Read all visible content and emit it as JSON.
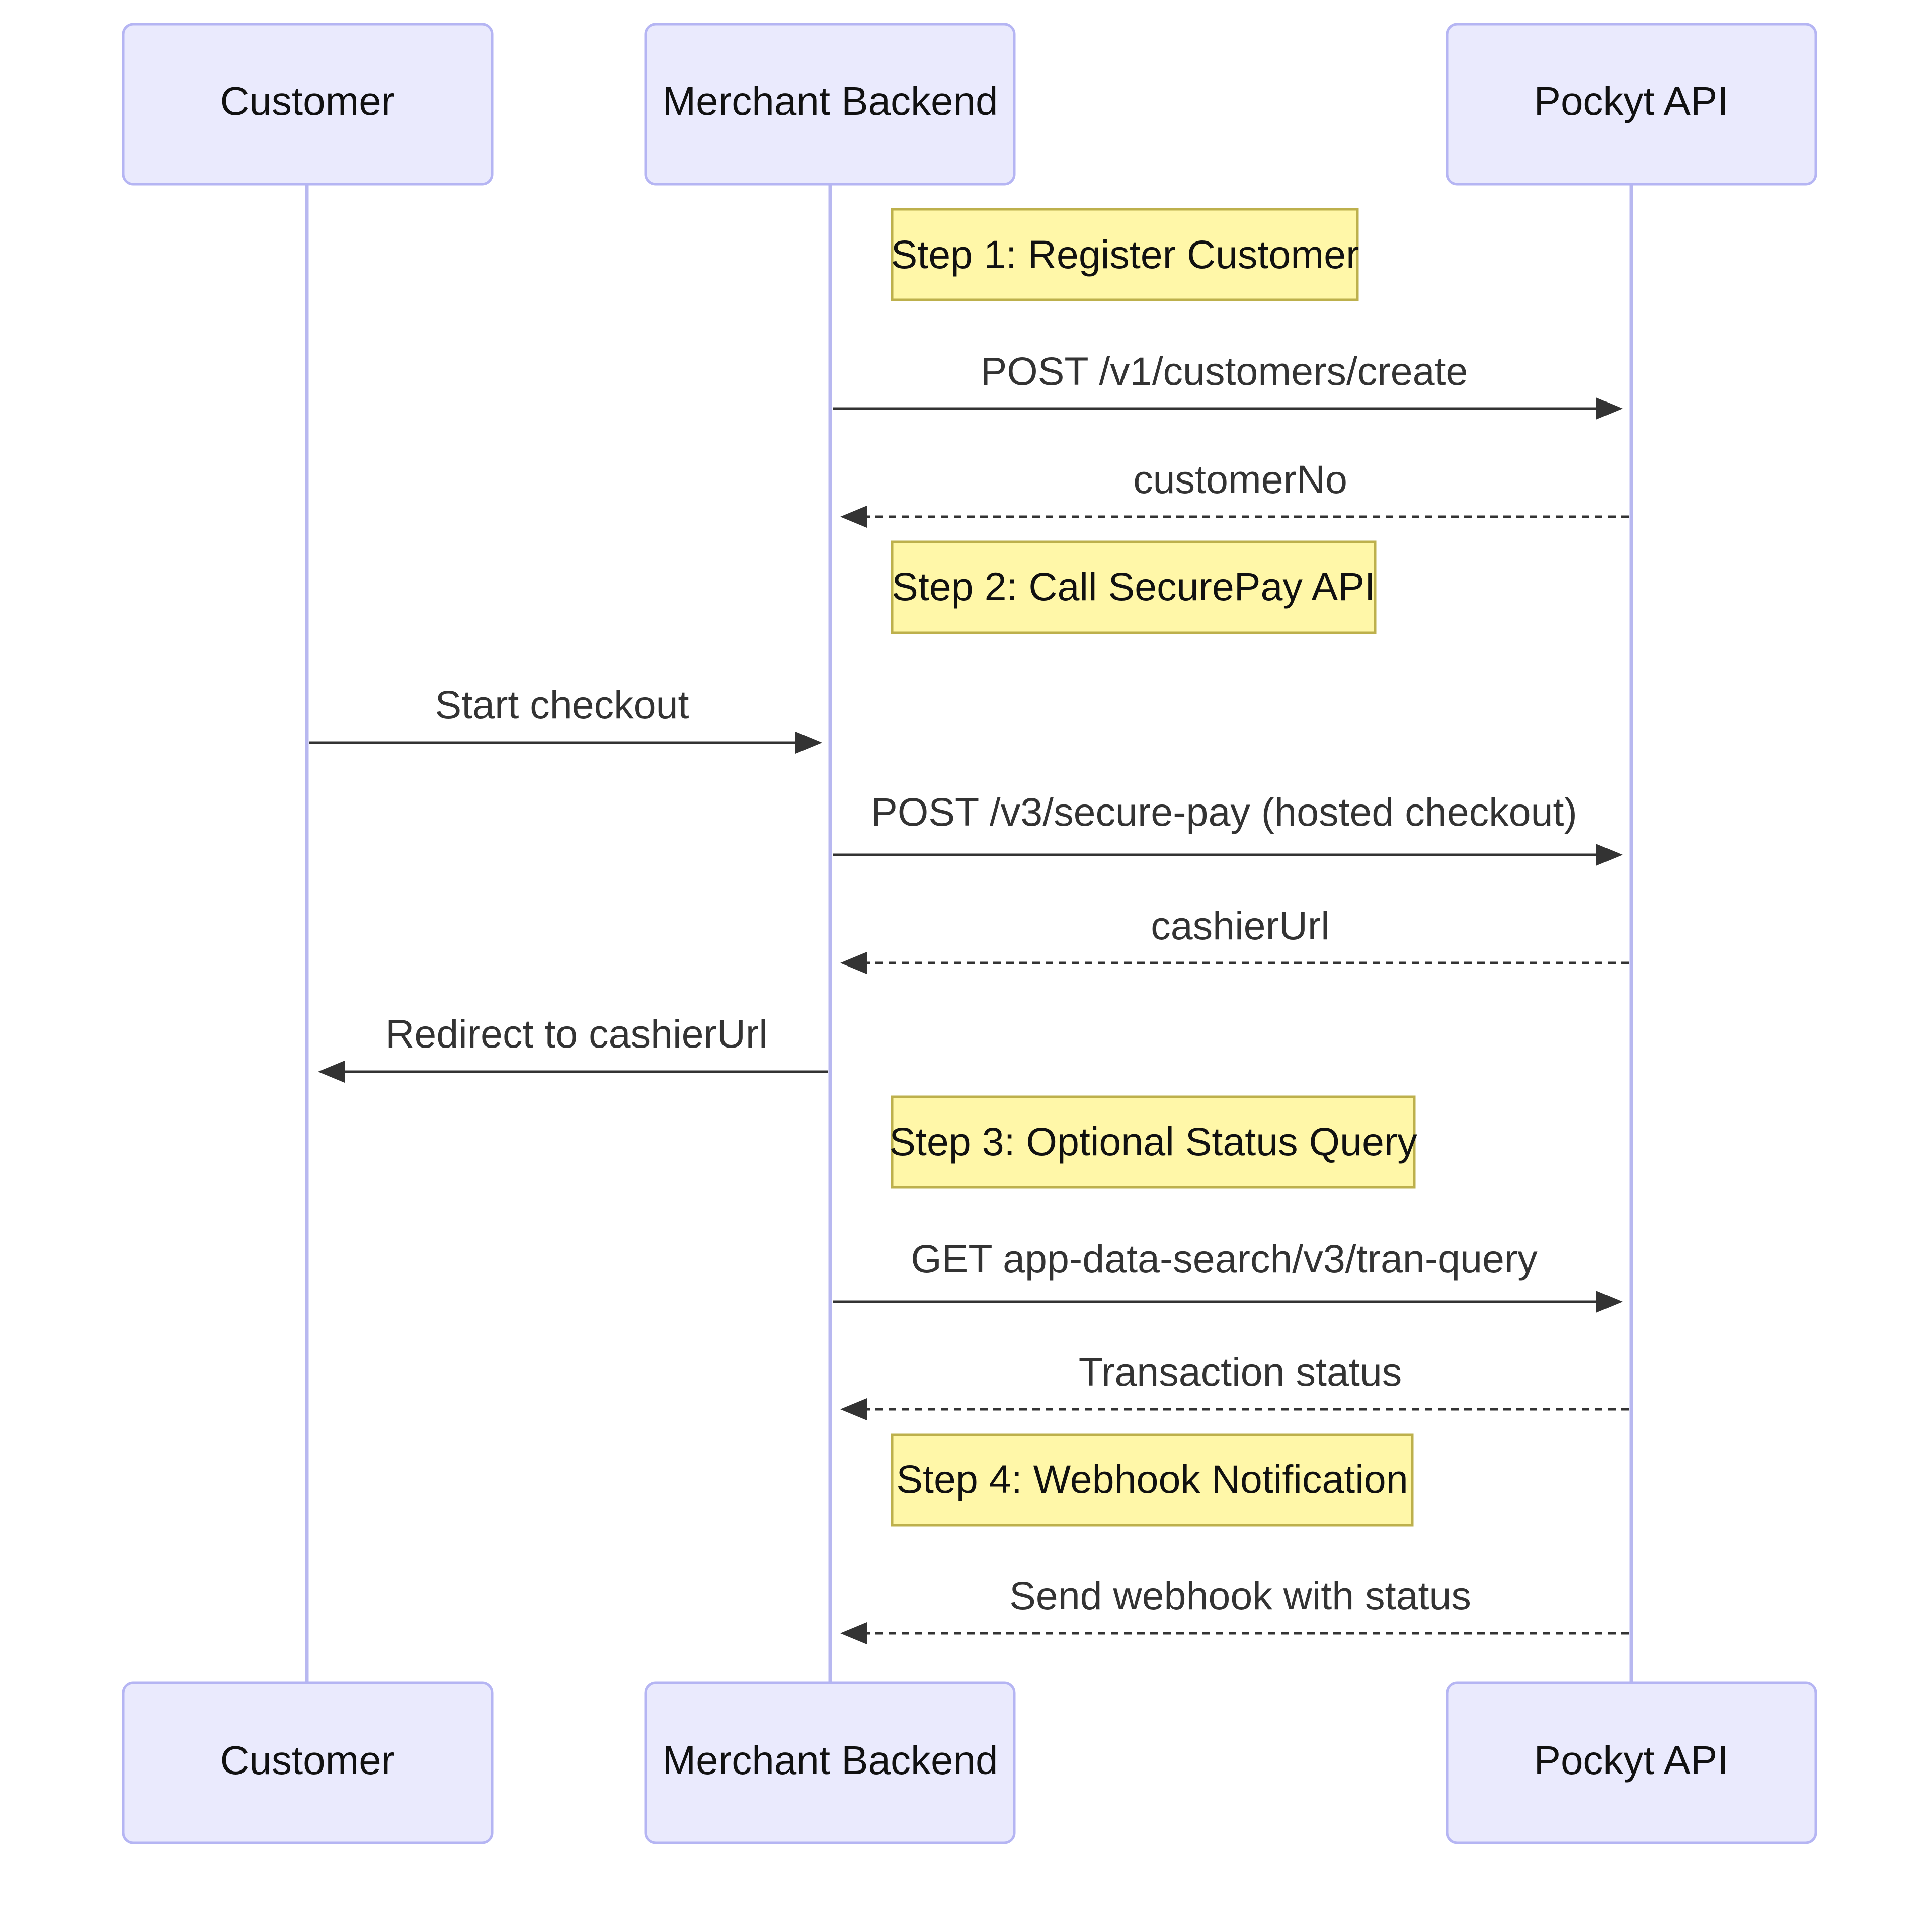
{
  "participants": [
    {
      "id": "customer",
      "label": "Customer"
    },
    {
      "id": "merchant",
      "label": "Merchant Backend"
    },
    {
      "id": "pockyt",
      "label": "Pockyt API"
    }
  ],
  "notes": [
    {
      "text": "Step 1: Register Customer"
    },
    {
      "text": "Step 2: Call SecurePay API"
    },
    {
      "text": "Step 3: Optional Status Query"
    },
    {
      "text": "Step 4: Webhook Notification"
    }
  ],
  "messages": [
    {
      "from": "merchant",
      "to": "pockyt",
      "label": "POST /v1/customers/create",
      "style": "solid"
    },
    {
      "from": "pockyt",
      "to": "merchant",
      "label": "customerNo",
      "style": "dashed"
    },
    {
      "from": "customer",
      "to": "merchant",
      "label": "Start checkout",
      "style": "solid"
    },
    {
      "from": "merchant",
      "to": "pockyt",
      "label": "POST /v3/secure-pay (hosted checkout)",
      "style": "solid"
    },
    {
      "from": "pockyt",
      "to": "merchant",
      "label": "cashierUrl",
      "style": "dashed"
    },
    {
      "from": "merchant",
      "to": "customer",
      "label": "Redirect to cashierUrl",
      "style": "solid"
    },
    {
      "from": "merchant",
      "to": "pockyt",
      "label": "GET app-data-search/v3/tran-query",
      "style": "solid"
    },
    {
      "from": "pockyt",
      "to": "merchant",
      "label": "Transaction status",
      "style": "dashed"
    },
    {
      "from": "pockyt",
      "to": "merchant",
      "label": "Send webhook with status",
      "style": "dashed"
    }
  ],
  "colors": {
    "actor_fill": "#eaeafd",
    "actor_border": "#b5b5f3",
    "lifeline": "#b8b8f0",
    "note_fill": "#fff7a8",
    "note_border": "#bdb04c",
    "arrow": "#333333"
  }
}
